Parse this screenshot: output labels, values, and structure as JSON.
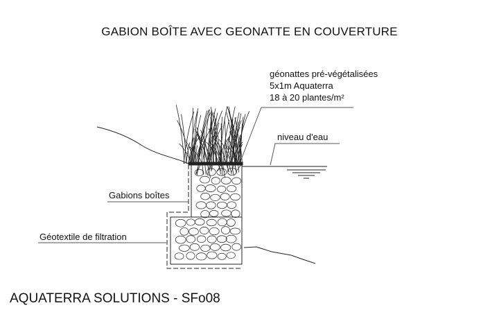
{
  "title": "GABION BOÎTE AVEC GEONATTE EN COUVERTURE",
  "labels": {
    "geonattes": [
      "géonattes pré-végétalisées",
      "5x1m Aquaterra",
      "18 à 20 plantes/m²"
    ],
    "water_level": "niveau d'eau",
    "gabions": "Gabions boîtes",
    "geotextile": "Géotextile de filtration"
  },
  "footer": "AQUATERRA SOLUTIONS - SFo08"
}
